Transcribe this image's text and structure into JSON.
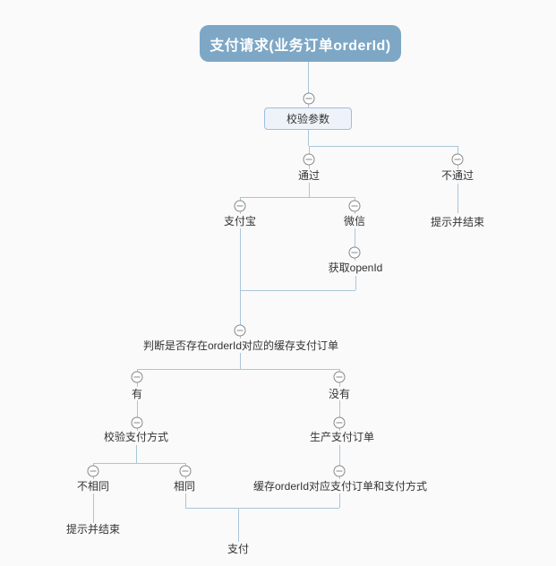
{
  "diagram": {
    "type": "mindmap-tree",
    "root": {
      "label": "支付请求(业务订单orderId)"
    },
    "nodes": {
      "check_params": "校验参数",
      "pass": "通过",
      "fail": "不通过",
      "fail_end": "提示并结束",
      "alipay": "支付宝",
      "wechat": "微信",
      "get_openid": "获取openId",
      "judge_cache": "判断是否存在orderId对应的缓存支付订单",
      "has": "有",
      "has_not": "没有",
      "verify_pay_method": "校验支付方式",
      "create_pay_order": "生产支付订单",
      "not_same": "不相同",
      "same": "相同",
      "cache_order": "缓存orderId对应支付订单和支付方式",
      "not_same_end": "提示并结束",
      "pay": "支付"
    },
    "icons": {
      "collapse": "minus-circle-icon"
    },
    "colors": {
      "background": "#fafafa",
      "root_bg": "#7da7c5",
      "root_text": "#ffffff",
      "connector_line": "#a9c6da",
      "box_bg": "#eef3f9",
      "box_border": "#9cc0d9",
      "label_text": "#333333",
      "collapse_border": "#878787"
    }
  }
}
